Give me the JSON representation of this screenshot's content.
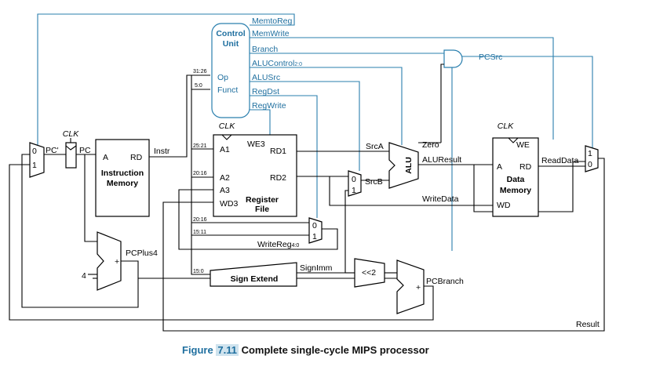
{
  "caption": {
    "figure_word": "Figure",
    "figure_number": "7.11",
    "title": "Complete single-cycle MIPS processor"
  },
  "control_unit": {
    "title_line1": "Control",
    "title_line2": "Unit",
    "op": "Op",
    "funct": "Funct"
  },
  "control_signals": {
    "memtoreg": "MemtoReg",
    "memwrite": "MemWrite",
    "branch": "Branch",
    "alucontrol": "ALUControl",
    "alucontrol_sub": "2:0",
    "alusrc": "ALUSrc",
    "regdst": "RegDst",
    "regwrite": "RegWrite",
    "pcsrc": "PCSrc"
  },
  "clk": "CLK",
  "pc": {
    "pc_prime": "PC'",
    "pc": "PC"
  },
  "mux": {
    "zero": "0",
    "one": "1"
  },
  "instr_mem": {
    "title_line1": "Instruction",
    "title_line2": "Memory",
    "a": "A",
    "rd": "RD",
    "instr": "Instr"
  },
  "reg_file": {
    "title_line1": "Register",
    "title_line2": "File",
    "a1": "A1",
    "a2": "A2",
    "a3": "A3",
    "wd3": "WD3",
    "we3": "WE3",
    "rd1": "RD1",
    "rd2": "RD2"
  },
  "bit_fields": {
    "b31_26": "31:26",
    "b5_0": "5:0",
    "b25_21": "25:21",
    "b20_16a": "20:16",
    "b20_16b": "20:16",
    "b15_11": "15:11",
    "b15_0": "15:0"
  },
  "alu": {
    "name": "ALU",
    "srca": "SrcA",
    "srcb": "SrcB",
    "zero": "Zero",
    "aluresult": "ALUResult"
  },
  "data_mem": {
    "title_line1": "Data",
    "title_line2": "Memory",
    "we": "WE",
    "a": "A",
    "rd": "RD",
    "wd": "WD",
    "readdata": "ReadData",
    "writedata": "WriteData"
  },
  "writereg": {
    "label": "WriteReg",
    "sub": "4:0"
  },
  "sign_extend": {
    "name": "Sign Extend",
    "signimm": "SignImm"
  },
  "shifter": "<<2",
  "adders": {
    "plus": "+",
    "four": "4",
    "pcplus4": "PCPlus4",
    "pcbranch": "PCBranch"
  },
  "result": "Result"
}
